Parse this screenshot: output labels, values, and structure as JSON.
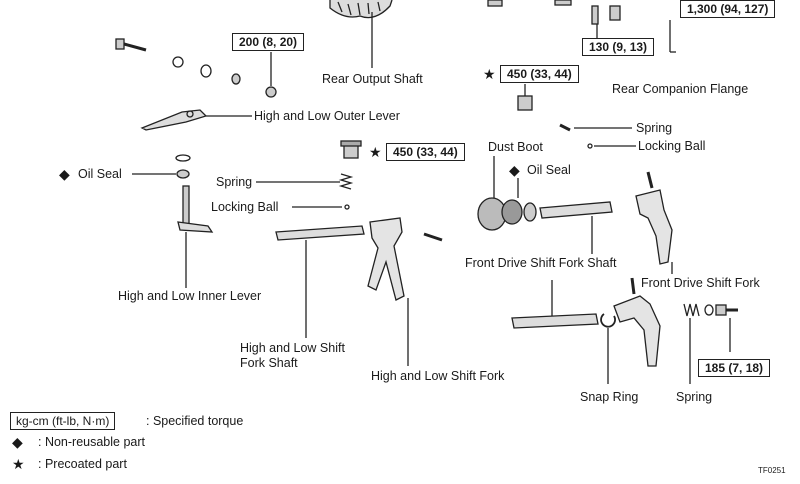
{
  "torque_values": {
    "t_1300": "1,300 (94, 127)",
    "t_200": "200 (8, 20)",
    "t_130": "130 (9, 13)",
    "t_450_top": "450 (33, 44)",
    "t_450_mid": "450 (33, 44)",
    "t_185": "185 (7, 18)"
  },
  "labels": {
    "rear_output_shaft": "Rear Output Shaft",
    "rear_companion_flange": "Rear Companion Flange",
    "high_low_outer_lever": "High and Low Outer Lever",
    "spring_right": "Spring",
    "locking_ball_right": "Locking Ball",
    "dust_boot": "Dust Boot",
    "oil_seal_right": "Oil Seal",
    "oil_seal_left": "Oil Seal",
    "spring_left": "Spring",
    "locking_ball_left": "Locking Ball",
    "front_drive_shift_fork_shaft": "Front Drive Shift Fork Shaft",
    "front_drive_shift_fork": "Front Drive Shift Fork",
    "high_low_inner_lever": "High and Low Inner Lever",
    "high_low_shift_fork_shaft_1": "High and Low Shift",
    "high_low_shift_fork_shaft_2": "Fork Shaft",
    "high_low_shift_fork": "High and Low Shift Fork",
    "snap_ring": "Snap Ring",
    "spring_bottom": "Spring"
  },
  "symbols": {
    "diamond": "◆",
    "star": "★"
  },
  "legend": {
    "unit_box": "kg-cm (ft-lb, N·m)",
    "unit_desc": ": Specified torque",
    "diamond_desc": ":  Non-reusable part",
    "star_desc": ":  Precoated part"
  },
  "figure_code": "TF0251"
}
